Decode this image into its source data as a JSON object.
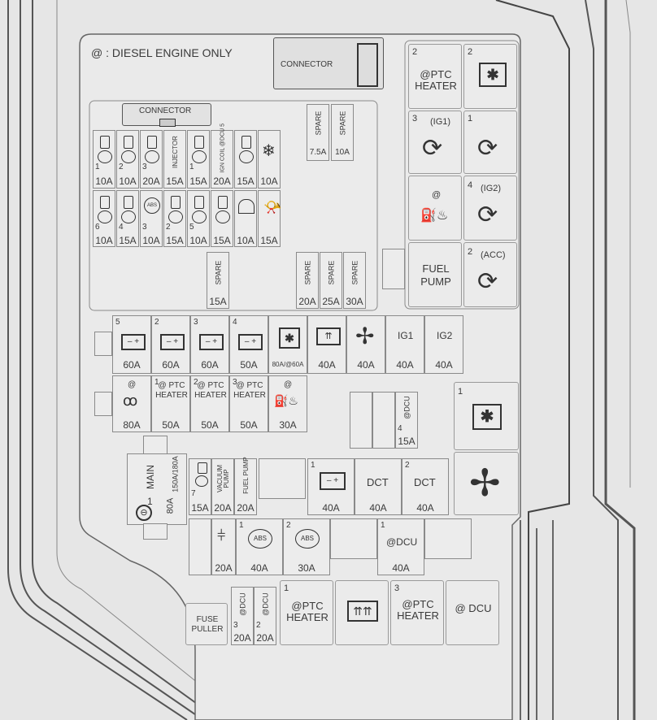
{
  "header_note": "@ : DIESEL ENGINE ONLY",
  "connector_labels": [
    "CONNECTOR",
    "CONNECTOR"
  ],
  "upper_left_panel": {
    "row1": {
      "numbers": [
        "1",
        "2",
        "3",
        "",
        "1",
        "",
        "",
        ""
      ],
      "labels": [
        "",
        "",
        "",
        "INJECTOR",
        "",
        "IGN COIL @DCU 5",
        "",
        ""
      ],
      "amps": [
        "10A",
        "10A",
        "20A",
        "15A",
        "15A",
        "20A",
        "15A",
        "10A"
      ]
    },
    "row2": {
      "numbers": [
        "6",
        "4",
        "3",
        "2",
        "5",
        "",
        "",
        ""
      ],
      "amps": [
        "10A",
        "15A",
        "10A",
        "15A",
        "10A",
        "15A",
        "10A",
        "15A"
      ]
    },
    "abs_label": "ABS",
    "spares_top": {
      "label": "SPARE",
      "amps": [
        "7.5A",
        "10A"
      ]
    },
    "spare_mid": {
      "label": "SPARE",
      "amp": "15A"
    },
    "spares_bottom": {
      "label": "SPARE",
      "amps": [
        "20A",
        "25A",
        "30A"
      ]
    }
  },
  "right_relays": {
    "ptc_heater_2": {
      "number": "2",
      "label": "@PTC HEATER"
    },
    "fan_relay_2": {
      "number": "2"
    },
    "ig1": {
      "number": "3",
      "label": "(IG1)"
    },
    "relay_1": {
      "number": "1"
    },
    "fuel_heater": {
      "label": "@"
    },
    "ig2": {
      "number": "4",
      "label": "(IG2)"
    },
    "fuel_pump": {
      "label": "FUEL PUMP"
    },
    "acc": {
      "number": "2",
      "label": "(ACC)"
    }
  },
  "battery_row": {
    "numbers": [
      "5",
      "2",
      "3",
      "4",
      "",
      "",
      "",
      "",
      ""
    ],
    "labels": [
      "",
      "",
      "",
      "",
      "",
      "",
      "",
      "IG1",
      "IG2"
    ],
    "amps": [
      "60A",
      "60A",
      "60A",
      "50A",
      "80A/@60A",
      "40A",
      "40A",
      "40A",
      "40A"
    ]
  },
  "ptc_row": {
    "numbers": [
      "",
      "1",
      "2",
      "3",
      ""
    ],
    "labels": [
      "@",
      "@ PTC HEATER",
      "@ PTC HEATER",
      "@ PTC HEATER",
      "@"
    ],
    "amps": [
      "80A",
      "50A",
      "50A",
      "50A",
      "30A"
    ]
  },
  "dcu_small": {
    "number": "4",
    "label": "@DCU",
    "amp": "15A"
  },
  "fan_relay_1": {
    "number": "1"
  },
  "main_fuse": {
    "label": "MAIN",
    "rating": "150A/180A",
    "number": "1",
    "amp": "80A"
  },
  "vacuum_row": {
    "number": "7",
    "labels": [
      "",
      "VACUUM PUMP",
      "FUEL PUMP"
    ],
    "amps": [
      "15A",
      "20A",
      "20A"
    ]
  },
  "dct_row": {
    "numbers": [
      "1",
      "",
      "2"
    ],
    "labels": [
      "",
      "DCT",
      "DCT"
    ],
    "amps": [
      "40A",
      "40A",
      "40A"
    ]
  },
  "abs_row": {
    "numbers": [
      "",
      "1",
      "2",
      "",
      "1"
    ],
    "labels": [
      "",
      "ABS",
      "ABS",
      "",
      "@DCU"
    ],
    "amps": [
      "20A",
      "40A",
      "30A",
      "",
      "40A"
    ]
  },
  "bottom_row": {
    "fuse_puller": "FUSE PULLER",
    "dcu_fuses": {
      "numbers": [
        "3",
        "2"
      ],
      "label": "@DCU",
      "amps": [
        "20A",
        "20A"
      ]
    },
    "relays": [
      {
        "number": "1",
        "label": "@PTC HEATER"
      },
      {
        "number": "",
        "label": ""
      },
      {
        "number": "3",
        "label": "@PTC HEATER"
      },
      {
        "number": "",
        "label": "@ DCU"
      }
    ]
  }
}
